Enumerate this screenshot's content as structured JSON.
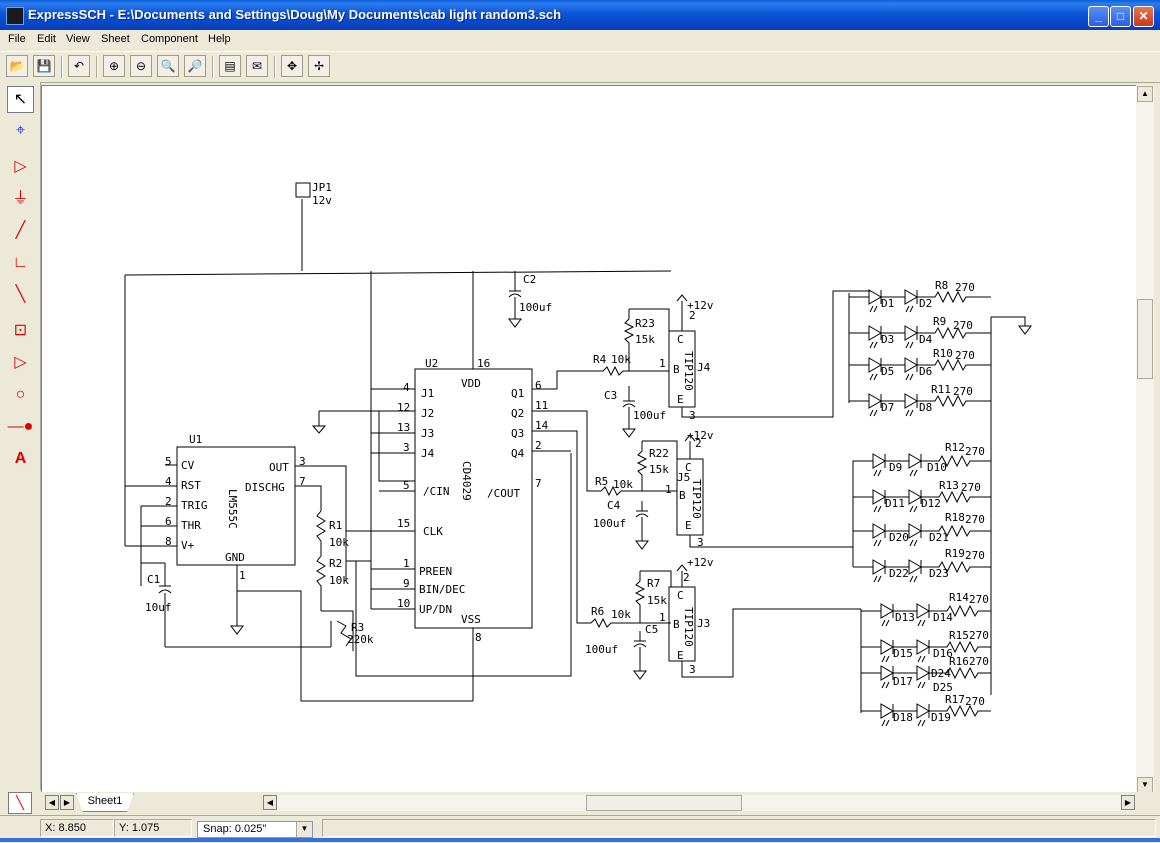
{
  "window": {
    "title": "ExpressSCH - E:\\Documents and Settings\\Doug\\My Documents\\cab light random3.sch",
    "minimize": "_",
    "maximize": "□",
    "close": "✕"
  },
  "menu": [
    "File",
    "Edit",
    "View",
    "Sheet",
    "Component",
    "Help"
  ],
  "toolbar": {
    "open": "📂",
    "save": "💾",
    "undo": "↶",
    "zoom_in": "⊕",
    "zoom_out": "⊖",
    "zoom_area": "🔍",
    "zoom_fit": "🔎",
    "props": "▤",
    "lib": "✉",
    "pan": "✥",
    "pan2": "✢"
  },
  "tools": {
    "select": "↖",
    "zoom_select": "⌖",
    "power": "▷",
    "ground": "⏚",
    "wire": "╱",
    "bus": "∟",
    "line": "╲",
    "component": "⊡",
    "port": "▷",
    "circle": "○",
    "junction": "—●",
    "text": "A"
  },
  "tabs": {
    "prev": "◀",
    "next": "▶",
    "sheet": "Sheet1"
  },
  "status": {
    "x": "X: 8.850",
    "y": "Y: 1.075",
    "snap_label": "Snap:",
    "snap_value": "0.025\""
  },
  "schematic": {
    "labels": {
      "jp1": "JP1",
      "jp1_val": "12v",
      "c2": "C2",
      "c2_val": "100uf",
      "u2": "U2",
      "u2_pin16": "16",
      "vdd": "VDD",
      "u2_part": "CD4029",
      "u2_j1": "J1",
      "u2_j2": "J2",
      "u2_j3": "J3",
      "u2_j4": "J4",
      "u2_cin": "/CIN",
      "u2_clk": "CLK",
      "u2_preen": "PREEN",
      "u2_bindec": "BIN/DEC",
      "u2_updn": "UP/DN",
      "u2_vss": "VSS",
      "u2_q1": "Q1",
      "u2_q2": "Q2",
      "u2_q3": "Q3",
      "u2_q4": "Q4",
      "u2_cout": "/COUT",
      "p4": "4",
      "p12": "12",
      "p13": "13",
      "p3": "3",
      "p5": "5",
      "p15": "15",
      "p1": "1",
      "p9": "9",
      "p10": "10",
      "p8": "8",
      "p6": "6",
      "p11": "11",
      "p14": "14",
      "p2": "2",
      "p7": "7",
      "u1": "U1",
      "u1_part": "LM555C",
      "u1_cv": "CV",
      "u1_rst": "RST",
      "u1_trig": "TRIG",
      "u1_thr": "THR",
      "u1_vp": "V+",
      "u1_out": "OUT",
      "u1_dischg": "DISCHG",
      "u1_gnd": "GND",
      "u1_p5": "5",
      "u1_p4": "4",
      "u1_p2": "2",
      "u1_p6": "6",
      "u1_p8": "8",
      "u1_p3": "3",
      "u1_p7": "7",
      "u1_p1": "1",
      "r1": "R1",
      "r1_val": "10k",
      "r2": "R2",
      "r2_val": "10k",
      "r3": "R3",
      "r3_val": "220k",
      "c1": "C1",
      "c1_val": "10uf",
      "r23": "R23",
      "r23_val": "15k",
      "r4": "R4",
      "r4_val": "10k",
      "c3": "C3",
      "c3_val": "100uf",
      "j4": "J4",
      "j4_part": "TIP120",
      "j4_c": "C",
      "j4_b": "B",
      "j4_e": "E",
      "j4_p1": "1",
      "j4_p2": "2",
      "j4_p3": "3",
      "vcc1": "+12v",
      "r22": "R22",
      "r22_val": "15k",
      "r5": "R5",
      "r5_val": "10k",
      "c4": "C4",
      "c4_val": "100uf",
      "j5": "J5",
      "j5_part": "TIP120",
      "j5_c": "C",
      "j5_b": "B",
      "j5_e": "E",
      "j5_p1": "1",
      "j5_p2": "2",
      "j5_p3": "3",
      "vcc2": "+12v",
      "r7": "R7",
      "r7_val": "15k",
      "r6": "R6",
      "r6_val": "10k",
      "c5": "C5",
      "c5_val": "100uf",
      "j3": "J3",
      "j3_part": "TIP120",
      "j3_c": "C",
      "j3_b": "B",
      "j3_e": "E",
      "j3_p1": "1",
      "j3_p2": "2",
      "j3_p3": "3",
      "vcc3": "+12v",
      "d1": "D1",
      "d2": "D2",
      "r8": "R8",
      "r8_val": "270",
      "d3": "D3",
      "d4": "D4",
      "r9": "R9",
      "r9_val": "270",
      "d5": "D5",
      "d6": "D6",
      "r10": "R10",
      "r10_val": "270",
      "d7": "D7",
      "d8": "D8",
      "r11": "R11",
      "r11_val": "270",
      "d9": "D9",
      "d10": "D10",
      "r12": "R12",
      "r12_val": "270",
      "d11": "D11",
      "d12": "D12",
      "r13": "R13",
      "r13_val": "270",
      "d20": "D20",
      "d21": "D21",
      "r18": "R18",
      "r18_val": "270",
      "d22": "D22",
      "d23": "D23",
      "r19": "R19",
      "r19_val": "270",
      "d13": "D13",
      "d14": "D14",
      "r14": "R14",
      "r14_val": "270",
      "d15": "D15",
      "d16": "D16",
      "r15": "R15",
      "r15_val": "270",
      "d24": "D24",
      "d25": "D25",
      "r16": "R16",
      "r16_val": "270",
      "d17": "D17",
      "r17": "R17",
      "r17_val": "270",
      "d18": "D18",
      "d19": "D19"
    }
  }
}
